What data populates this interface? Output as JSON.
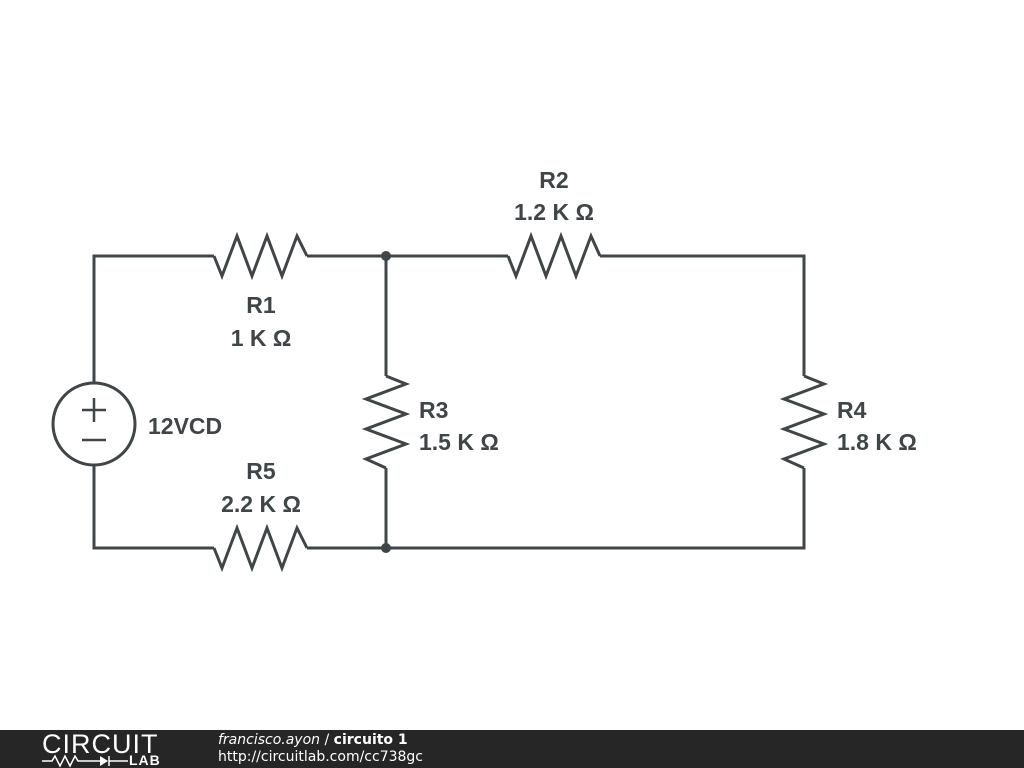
{
  "circuit": {
    "source": {
      "label": "12VCD",
      "plus": "+",
      "minus": "−"
    },
    "resistors": [
      {
        "id": "r1",
        "name": "R1",
        "value": "1 K Ω"
      },
      {
        "id": "r2",
        "name": "R2",
        "value": "1.2 K Ω"
      },
      {
        "id": "r3",
        "name": "R3",
        "value": "1.5 K Ω"
      },
      {
        "id": "r4",
        "name": "R4",
        "value": "1.8 K Ω"
      },
      {
        "id": "r5",
        "name": "R5",
        "value": "2.2 K Ω"
      }
    ]
  },
  "footer": {
    "logo_top": "CIRCUIT",
    "logo_bottom": "LAB",
    "author": "francisco.ayon",
    "separator": " / ",
    "title": "circuito 1",
    "url": "http://circuitlab.com/cc738gc"
  },
  "colors": {
    "ink": "#404548",
    "footer_bg": "#262626"
  }
}
